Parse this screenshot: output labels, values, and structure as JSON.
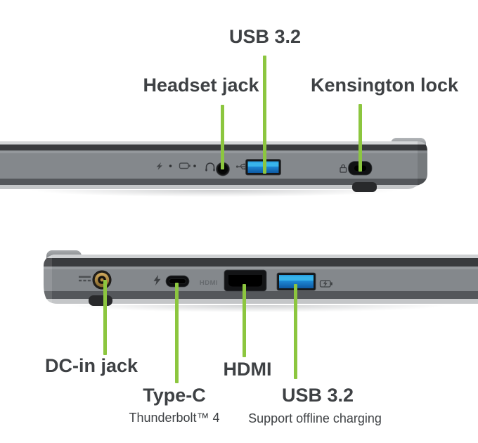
{
  "colors": {
    "leader_line": "#8CC63F",
    "label_text": "#3E4144",
    "usb_port_blue": "#1E88D4",
    "usb_tongue_blue": "#38B4EA",
    "dc_jack_gold": "#B28C3F",
    "chassis_gray": "#84888C"
  },
  "top_view": {
    "description": "Laptop right side profile",
    "labels": {
      "usb": "USB 3.2",
      "headset": "Headset jack",
      "kensington": "Kensington lock"
    },
    "icons": [
      "power-led-icon",
      "battery-led-icon",
      "headset-icon",
      "usb-icon",
      "lock-icon"
    ]
  },
  "bottom_view": {
    "description": "Laptop left side profile",
    "labels": {
      "dc": "DC-in jack",
      "typec": "Type-C",
      "typec_sub": "Thunderbolt™ 4",
      "hdmi": "HDMI",
      "usb": "USB 3.2",
      "usb_sub": "Support offline charging"
    },
    "embossed_hdmi": "HDMI",
    "icons": [
      "dc-in-icon",
      "thunderbolt-icon",
      "offline-charging-icon"
    ]
  }
}
